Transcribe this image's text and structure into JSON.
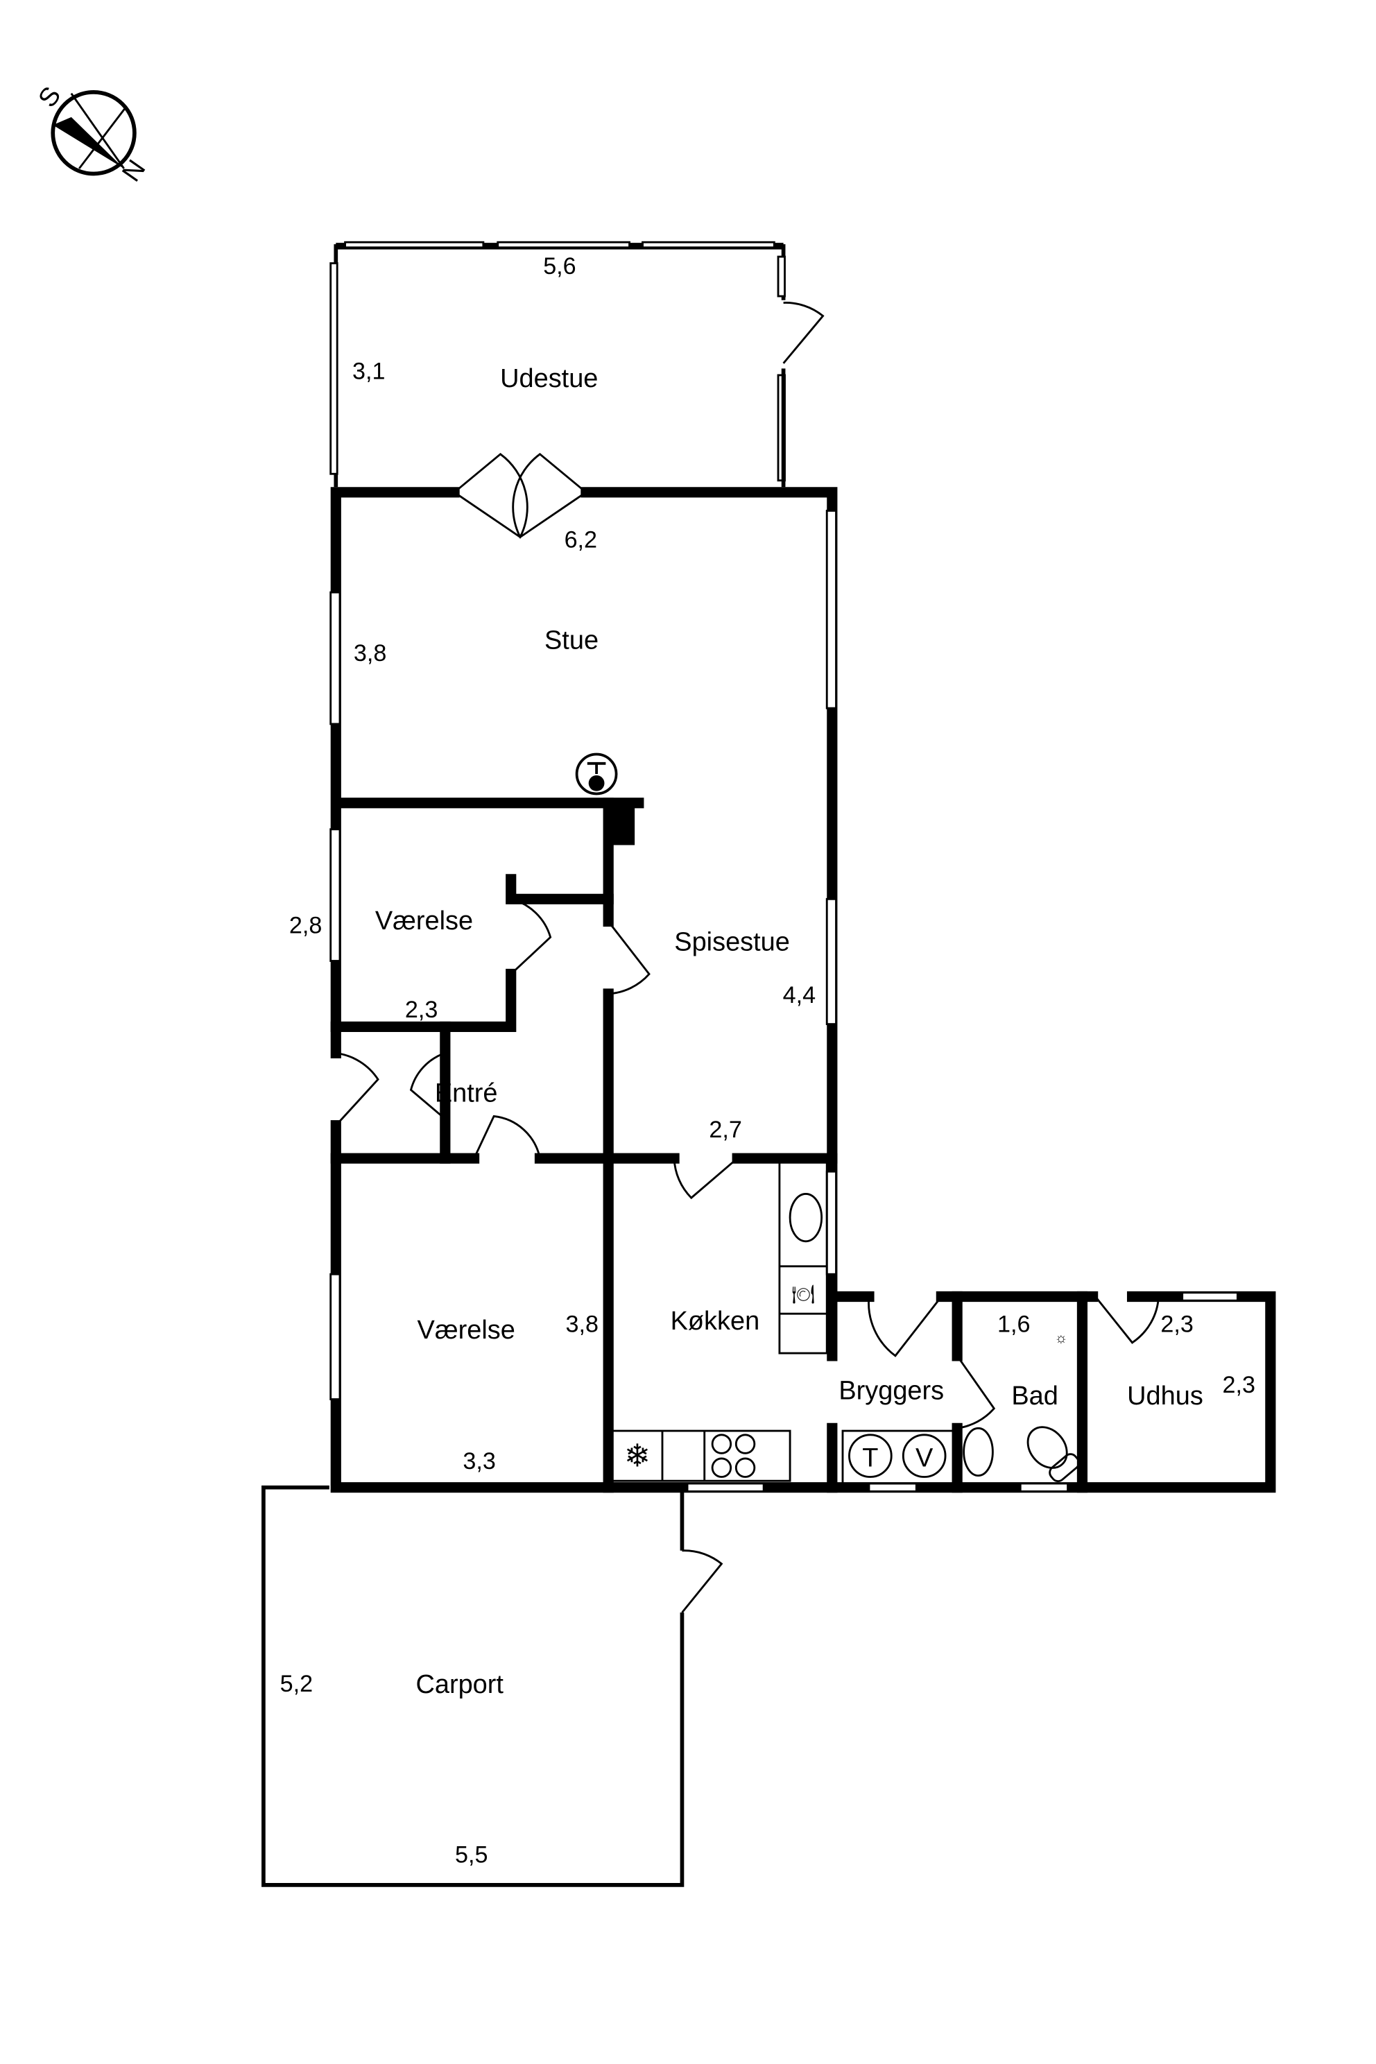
{
  "plan": {
    "compass": {
      "south": "S",
      "north": "N"
    },
    "rooms": {
      "udestue": {
        "name": "Udestue",
        "width": "5,6",
        "depth": "3,1"
      },
      "stue": {
        "name": "Stue",
        "width": "6,2",
        "depth": "3,8"
      },
      "vaerelse1": {
        "name": "Værelse",
        "width": "2,3",
        "depth": "2,8"
      },
      "spisestue": {
        "name": "Spisestue",
        "width": "2,7",
        "depth": "4,4"
      },
      "entre": {
        "name": "Entré"
      },
      "vaerelse2": {
        "name": "Værelse",
        "width": "3,3",
        "depth": "3,8"
      },
      "koekken": {
        "name": "Køkken"
      },
      "bryggers": {
        "name": "Bryggers",
        "tumbler": "T",
        "washer": "V"
      },
      "bad": {
        "name": "Bad",
        "width": "1,6"
      },
      "udhus": {
        "name": "Udhus",
        "width": "2,3",
        "depth": "2,3"
      },
      "carport": {
        "name": "Carport",
        "width": "5,5",
        "depth": "5,2"
      }
    }
  }
}
